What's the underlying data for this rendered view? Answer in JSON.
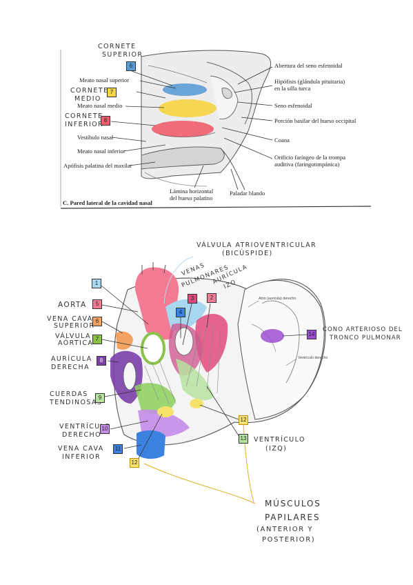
{
  "nasal": {
    "caption": "C. Pared lateral de la cavidad nasal",
    "hand": {
      "cornete_superior_1": "CORNETE",
      "cornete_superior_2": "SUPERIOR",
      "cornete_medio_1": "CORNETE",
      "cornete_medio_2": "MEDIO",
      "cornete_inferior_1": "CORNETE",
      "cornete_inferior_2": "INFERIOR"
    },
    "boxes": {
      "b6": "6",
      "b7": "7",
      "b8": "8"
    },
    "left_labels": {
      "meato_superior": "Meato nasal superior",
      "meato_medio": "Meato nasal medio",
      "vestibulo": "Vestíbulo nasal",
      "meato_inferior": "Meato nasal inferior",
      "apofisis": "Apófisis palatina del maxilar"
    },
    "right_labels": {
      "abertura": "Abertura del seno esfenoidal",
      "hipofisis_1": "Hipófisis (glándula pituitaria)",
      "hipofisis_2": "en la silla turca",
      "seno": "Seno esfenoidal",
      "porcion": "Porción basilar del hueso occipital",
      "coana": "Coana",
      "orificio_1": "Orificio faríngeo de la trompa",
      "orificio_2": "auditiva (faringotimpánica)"
    },
    "bottom_labels": {
      "lamina_1": "Lámina horizontal",
      "lamina_2": "del hueso palatino",
      "paladar": "Paladar blando"
    },
    "colors": {
      "superior": "#5b9bd5",
      "medio": "#f5d547",
      "inferior": "#ef5d6e"
    }
  },
  "heart": {
    "hand": {
      "valvula_1": "VÁLVULA ATRIOVENTRICULAR",
      "valvula_2": "(BICÚSPIDE)",
      "venas_1": "VENAS",
      "venas_2": "PULMONARES",
      "auricula_izq_1": "AURÍCULA",
      "auricula_izq_2": "IZQ",
      "aorta": "AORTA",
      "vena_cava_sup_1": "VENA CAVA",
      "vena_cava_sup_2": "SUPERIOR",
      "valvula_aortica_1": "VÁLVULA",
      "valvula_aortica_2": "AÓRTICA",
      "auricula_der_1": "AURÍCULA",
      "auricula_der_2": "DERECHA",
      "cuerdas_1": "CUERDAS",
      "cuerdas_2": "TENDINOSAS",
      "ventriculo_der_1": "VENTRÍCULO",
      "ventriculo_der_2": "DERECHO",
      "vena_cava_inf_1": "VENA CAVA",
      "vena_cava_inf_2": "INFERIOR",
      "cono_1": "CONO ARTERIOSO DEL",
      "cono_2": "TRONCO PULMONAR",
      "ventriculo_izq_1": "VENTRÍCULO",
      "ventriculo_izq_2": "(IZQ)",
      "musculos_1": "MÚSCULOS",
      "musculos_2": "PAPILARES",
      "musculos_3": "(ANTERIOR Y",
      "musculos_4": "POSTERIOR)"
    },
    "printed": {
      "atrio": "Atrio (aurícula) derecho",
      "ventriculo": "Ventrículo derecho"
    },
    "boxes": {
      "b1": "1",
      "b2": "2",
      "b3": "3",
      "b4": "4",
      "b5": "5",
      "b6": "6",
      "b7": "7",
      "b8": "8",
      "b9": "9",
      "b10": "10",
      "b11": "11",
      "b12a": "12",
      "b12b": "12",
      "b13": "13",
      "b14": "14"
    },
    "colors": {
      "aorta": "#f27b93",
      "pulmonar": "#a8d8f0",
      "vena_cava": "#3b82e0",
      "auricula_der": "#7a3fa8",
      "valvula_aortica": "#8bc34a",
      "vena_cava_sup": "#f4a261",
      "cuerdas": "#8bd05a",
      "ventriculo_der": "#c58ce8",
      "auricula_izq": "#e04a7a",
      "papilares": "#f7e36b",
      "ventriculo_izq": "#b7e3a0",
      "cono": "#9b4fd0",
      "box_12": "#e0b020"
    }
  }
}
